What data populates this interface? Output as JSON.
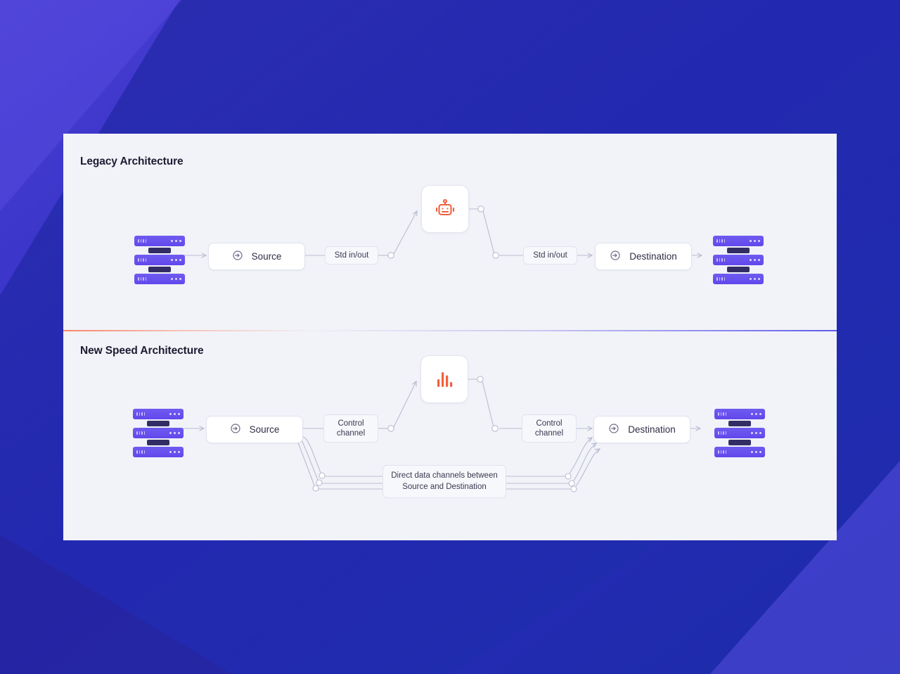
{
  "background": {
    "base_color": "#3730c4",
    "dark_band_color": "#1f2ea8",
    "accent_color": "#5b4fe0"
  },
  "card": {
    "background_color": "#f2f3f8",
    "divider": {
      "name": "section-divider",
      "gradient_from": "#f7836a",
      "gradient_to": "#5f5ae8"
    }
  },
  "sections": [
    {
      "id": "legacy",
      "title": "Legacy Architecture",
      "source": {
        "label": "Source",
        "icon": "log-in-icon"
      },
      "destination": {
        "label": "Destination",
        "icon": "log-in-icon"
      },
      "center_icon": "robot-icon",
      "tags": [
        {
          "label": "Std in/out"
        },
        {
          "label": "Std in/out"
        }
      ],
      "server_stack_left": "server-stack-icon",
      "server_stack_right": "server-stack-icon"
    },
    {
      "id": "new-speed",
      "title": "New Speed Architecture",
      "source": {
        "label": "Source",
        "icon": "log-in-icon"
      },
      "destination": {
        "label": "Destination",
        "icon": "log-in-icon"
      },
      "center_icon": "bar-chart-icon",
      "tags": [
        {
          "label": "Control\nchannel",
          "line1": "Control",
          "line2": "channel"
        },
        {
          "label": "Control\nchannel",
          "line1": "Control",
          "line2": "channel"
        }
      ],
      "data_channel_note": {
        "line1": "Direct data channels between",
        "line2": "Source and Destination"
      },
      "server_stack_left": "server-stack-icon",
      "server_stack_right": "server-stack-icon"
    }
  ],
  "colors": {
    "server_purple": "#6247ec",
    "server_connector": "#332d66",
    "icon_orange": "#f1613f",
    "wire": "#b9bcd2",
    "text": "#2f2e45",
    "title": "#1c1b33"
  },
  "chart_icon": {
    "type": "bar",
    "values": [
      0.62,
      1.0,
      0.78,
      0.4
    ],
    "color": "#f1613f"
  }
}
